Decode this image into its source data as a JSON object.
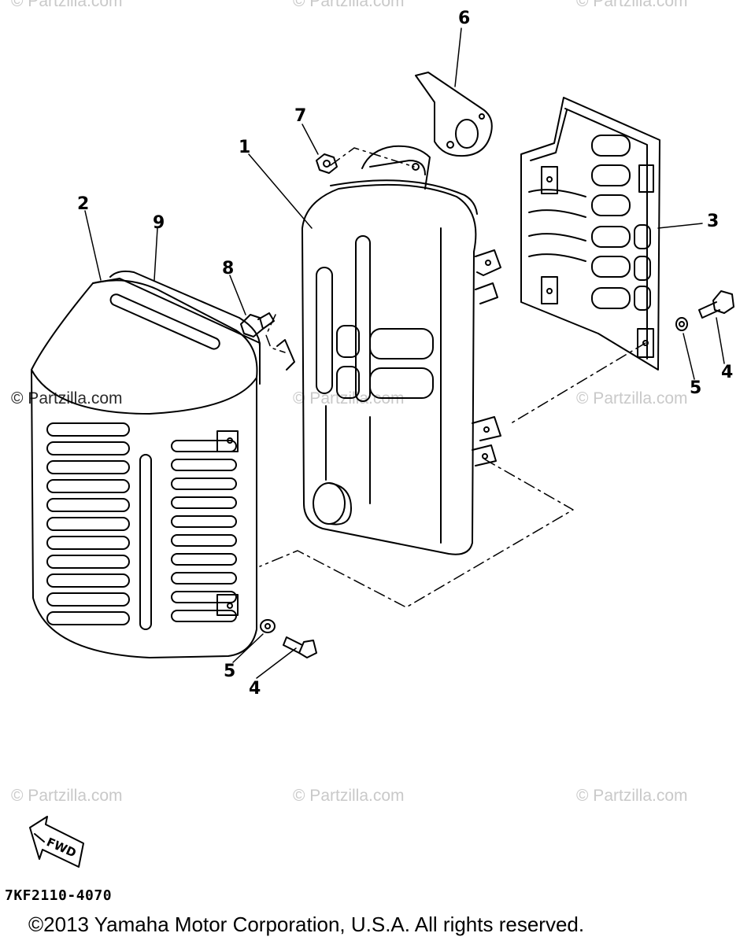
{
  "watermarks": {
    "top_left": "© Partzilla.com",
    "top_center": "© Partzilla.com",
    "top_right": "© Partzilla.com",
    "mid_left": "© Partzilla.com",
    "mid_center": "© Partzilla.com",
    "mid_right": "© Partzilla.com",
    "bottom_left": "© Partzilla.com",
    "bottom_center": "© Partzilla.com",
    "bottom_right": "© Partzilla.com"
  },
  "callouts": {
    "part_1": "1",
    "part_2": "2",
    "part_3": "3",
    "part_4_right": "4",
    "part_5_right": "5",
    "part_6": "6",
    "part_7": "7",
    "part_8": "8",
    "part_9": "9",
    "part_5_left": "5",
    "part_4_left": "4"
  },
  "direction_arrow": {
    "label": "FWD",
    "icon": "fwd-arrow-icon"
  },
  "drawing_code": "7KF2110-4070",
  "copyright": "©2013 Yamaha Motor Corporation, U.S.A. All rights reserved.",
  "colors": {
    "line": "#000000",
    "watermark": "#c9c9c9",
    "background": "#ffffff"
  }
}
